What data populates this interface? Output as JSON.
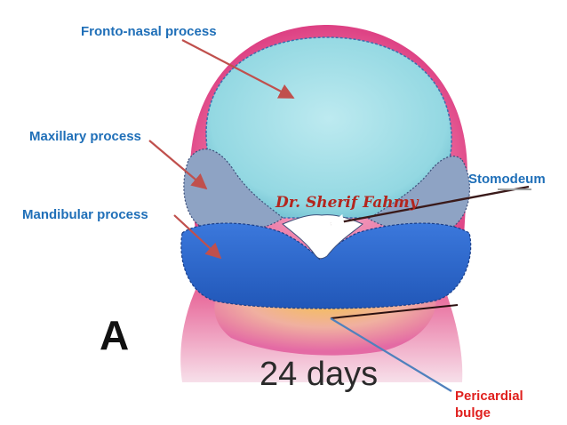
{
  "labels": {
    "fronto_nasal": "Fronto-nasal process",
    "maxillary": "Maxillary process",
    "mandibular": "Mandibular process",
    "stomodeum": "Stomodeum",
    "pericardial": "Pericardial bulge",
    "panel": "A",
    "age": "24 days",
    "watermark": "Dr. Sherif Fahmy"
  },
  "colors": {
    "label_text": "#1f6fb8",
    "pericardial_text": "#e0201e",
    "arrow": "#c0504d",
    "pericardial_line": "#4f81bd",
    "frontonasal_fill": "#9fdde4",
    "outer_pink": "#e0457f",
    "maxillary_fill": "#8ea3c4",
    "mandibular_fill": "#2d6bd0",
    "pericardial_fill": "#f2b84a"
  }
}
